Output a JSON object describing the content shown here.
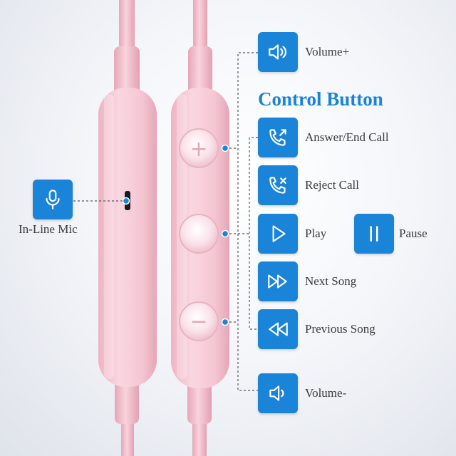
{
  "title": "Control Button",
  "mic": {
    "label": "In-Line Mic",
    "icon": "microphone-icon"
  },
  "controls": [
    {
      "label": "Volume+",
      "icon": "volume-up-icon"
    },
    {
      "label": "Answer/End Call",
      "icon": "phone-answer-icon"
    },
    {
      "label": "Reject Call",
      "icon": "phone-reject-icon"
    },
    {
      "label": "Play",
      "icon": "play-icon"
    },
    {
      "label": "Pause",
      "icon": "pause-icon"
    },
    {
      "label": "Next Song",
      "icon": "next-song-icon"
    },
    {
      "label": "Previous Song",
      "icon": "previous-song-icon"
    },
    {
      "label": "Volume-",
      "icon": "volume-down-icon"
    }
  ],
  "remote_buttons": {
    "plus": "+",
    "minus": "−"
  },
  "colors": {
    "accent": "#1a84d8",
    "earphone": "#f4c2cf",
    "background": "#eef1f6"
  }
}
